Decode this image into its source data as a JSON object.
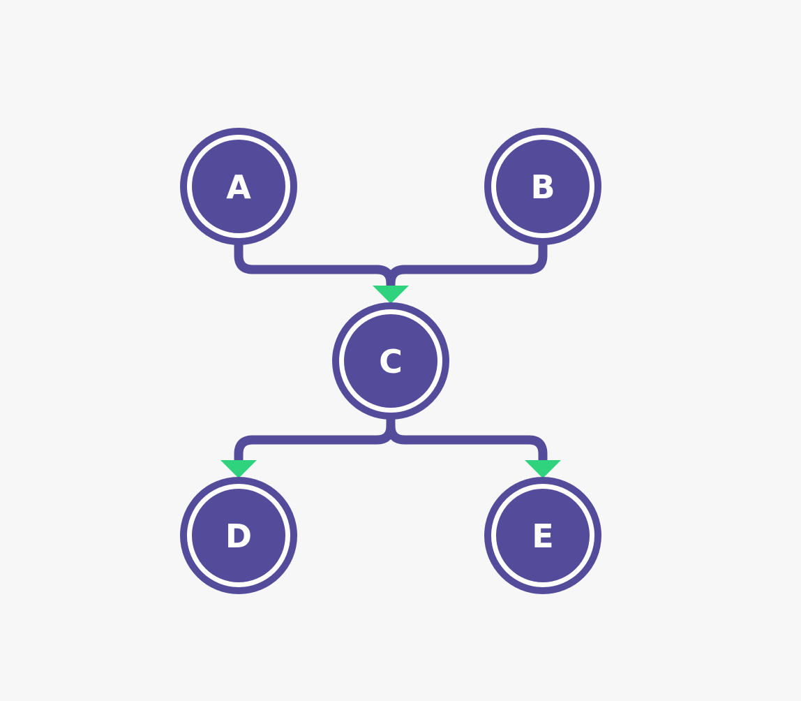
{
  "colors": {
    "background": "#f7f7f8",
    "node_fill": "#544c9b",
    "node_ring": "#ffffff",
    "edge": "#544c9b",
    "arrow": "#2fd37e"
  },
  "nodes": [
    {
      "id": "A",
      "label": "A"
    },
    {
      "id": "B",
      "label": "B"
    },
    {
      "id": "C",
      "label": "C"
    },
    {
      "id": "D",
      "label": "D"
    },
    {
      "id": "E",
      "label": "E"
    }
  ],
  "edges": [
    {
      "from": "A",
      "to": "C"
    },
    {
      "from": "B",
      "to": "C"
    },
    {
      "from": "C",
      "to": "D"
    },
    {
      "from": "C",
      "to": "E"
    }
  ]
}
